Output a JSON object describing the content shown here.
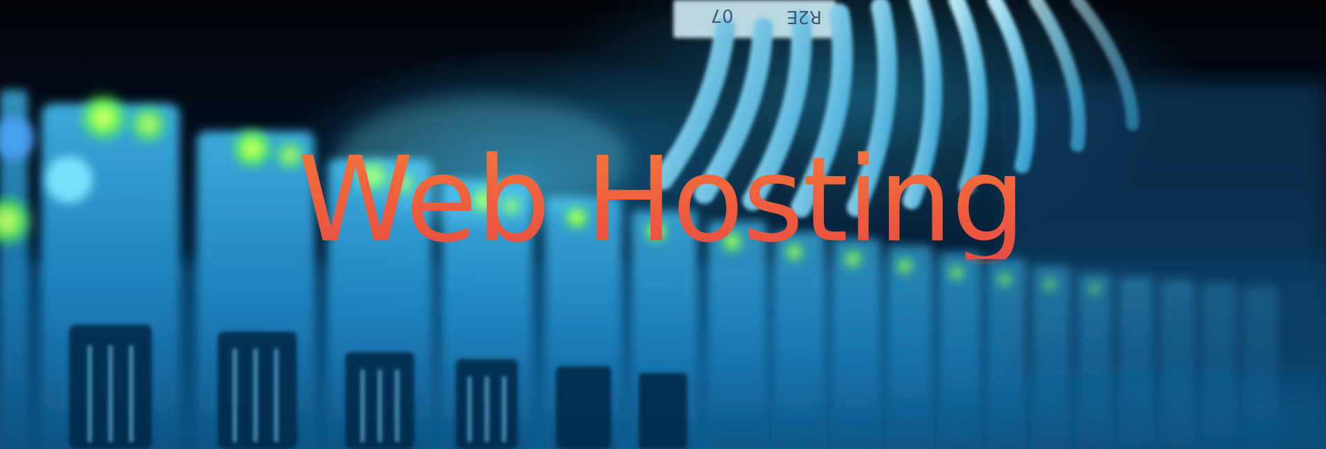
{
  "banner": {
    "headline": "Web Hosting",
    "accent_color": "#f0623c",
    "background": {
      "subject": "server-rack-with-network-cables",
      "primary_color": "#0a4a72",
      "glow_color": "#3fd6ff",
      "led_color": "#7dff4a"
    },
    "cable_labels": [
      "07",
      "R2E"
    ]
  }
}
